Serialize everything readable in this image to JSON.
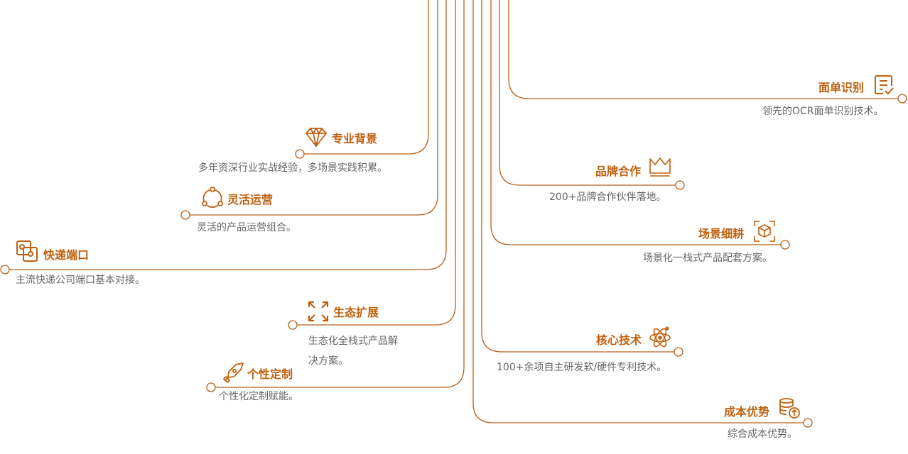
{
  "colors": {
    "accent": "#c0600f",
    "line": "#b8601a",
    "text": "#666666"
  },
  "features": [
    {
      "id": "professional-background",
      "title": "专业背景",
      "desc": "多年资深行业实战经验，多场景实践积累。",
      "icon": "diamond-icon",
      "side": "left"
    },
    {
      "id": "flexible-operation",
      "title": "灵活运营",
      "desc": "灵活的产品运营组合。",
      "icon": "share-nodes-icon",
      "side": "left"
    },
    {
      "id": "express-port",
      "title": "快递端口",
      "desc": "主流快递公司端口基本对接。",
      "icon": "linked-squares-icon",
      "side": "left"
    },
    {
      "id": "ecosystem-expansion",
      "title": "生态扩展",
      "desc_lines": [
        "生态化全栈式产品解",
        "决方案。"
      ],
      "icon": "expand-arrows-icon",
      "side": "left"
    },
    {
      "id": "customization",
      "title": "个性定制",
      "desc": "个性化定制赋能。",
      "icon": "pen-nib-icon",
      "side": "left"
    },
    {
      "id": "cost-advantage",
      "title": "成本优势",
      "desc": "综合成本优势。",
      "icon": "coins-up-icon",
      "side": "right"
    },
    {
      "id": "core-technology",
      "title": "核心技术",
      "desc": "100+余项自主研发软/硬件专利技术。",
      "icon": "atom-icon",
      "side": "right"
    },
    {
      "id": "scenario-cultivation",
      "title": "场景细耕",
      "desc": "场景化一栈式产品配套方案。",
      "icon": "cube-scan-icon",
      "side": "right"
    },
    {
      "id": "brand-cooperation",
      "title": "品牌合作",
      "desc": "200+品牌合作伙伴落地。",
      "icon": "crown-icon",
      "side": "right"
    },
    {
      "id": "waybill-recognition",
      "title": "面单识别",
      "desc": "领先的OCR面单识别技术。",
      "icon": "document-check-icon",
      "side": "right"
    }
  ]
}
